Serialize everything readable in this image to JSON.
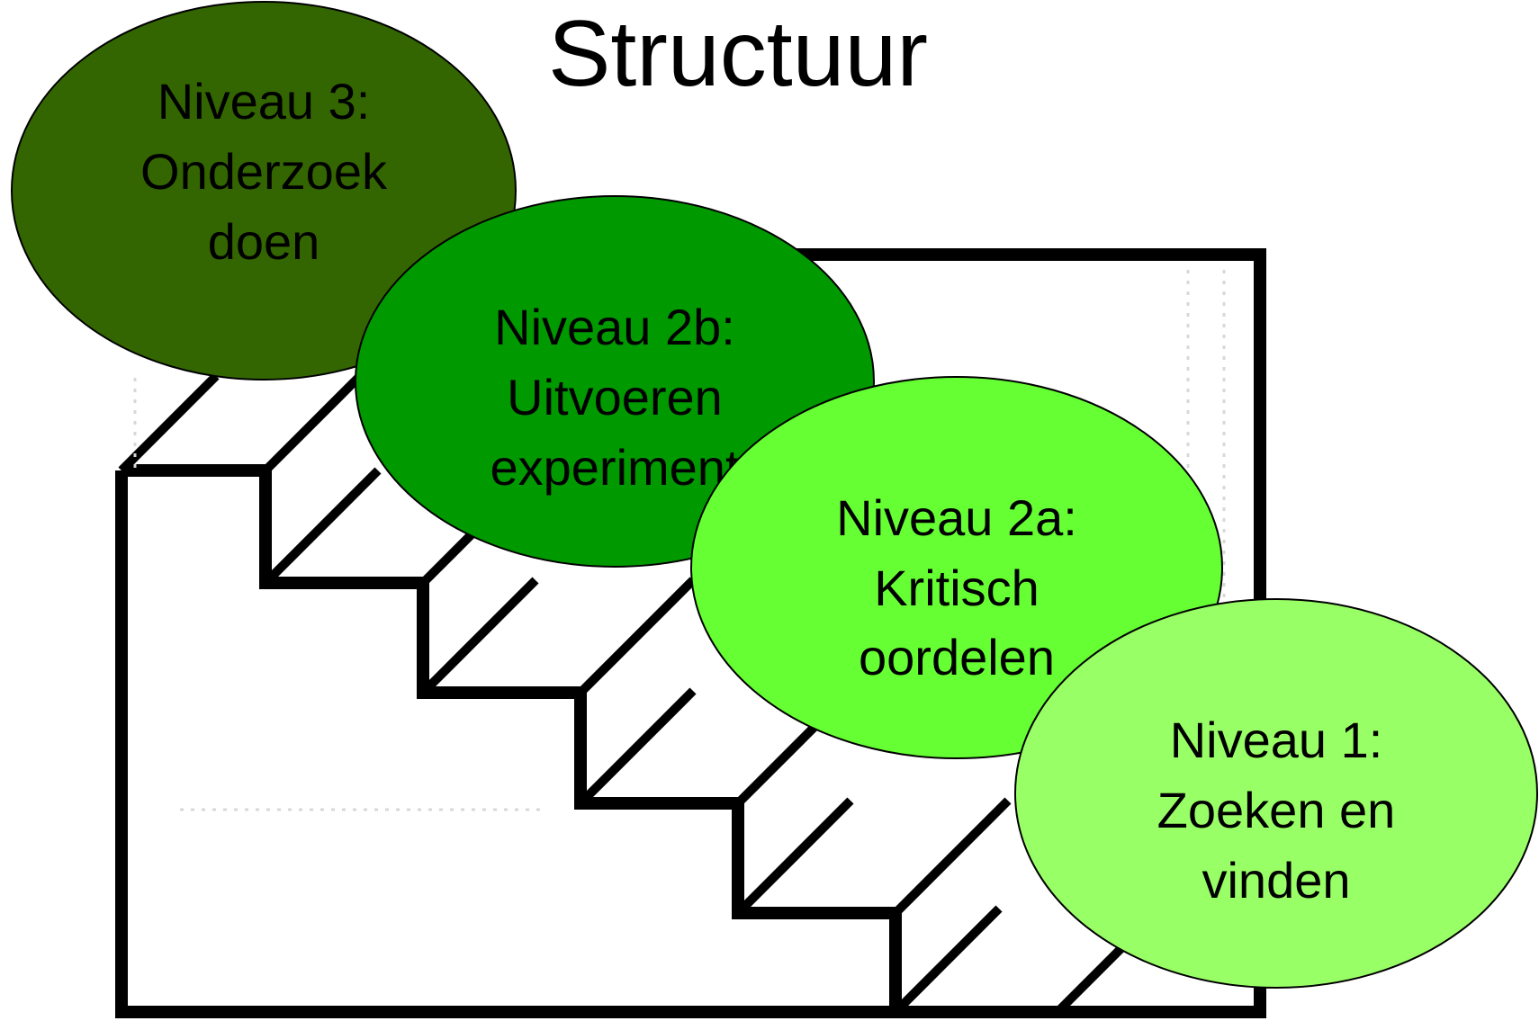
{
  "title": "Structuur",
  "levels": [
    {
      "id": "niveau-3",
      "lines": [
        "Niveau 3:",
        "Onderzoek",
        "doen"
      ],
      "fill": "#336600"
    },
    {
      "id": "niveau-2b",
      "lines": [
        "Niveau 2b:",
        "Uitvoeren",
        "experiment"
      ],
      "fill": "#009900"
    },
    {
      "id": "niveau-2a",
      "lines": [
        "Niveau 2a:",
        "Kritisch",
        "oordelen"
      ],
      "fill": "#66ff33"
    },
    {
      "id": "niveau-1",
      "lines": [
        "Niveau 1:",
        "Zoeken en",
        "vinden"
      ],
      "fill": "#99ff66"
    }
  ],
  "colors": {
    "outline": "#000000",
    "stair_line": "#000000",
    "background": "#ffffff"
  }
}
